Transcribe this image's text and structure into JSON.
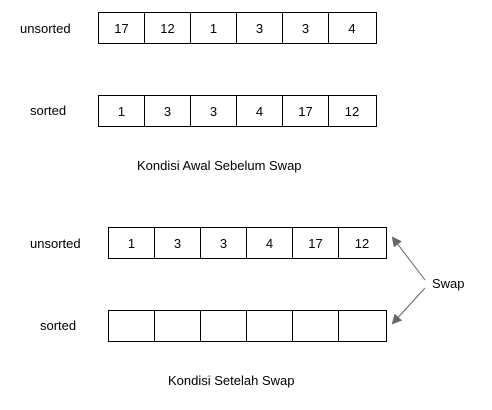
{
  "top_section": {
    "unsorted_label": "unsorted",
    "unsorted_values": [
      "17",
      "12",
      "1",
      "3",
      "3",
      "4"
    ],
    "sorted_label": "sorted",
    "sorted_values": [
      "1",
      "3",
      "3",
      "4",
      "17",
      "12"
    ],
    "caption": "Kondisi Awal Sebelum Swap"
  },
  "bottom_section": {
    "unsorted_label": "unsorted",
    "unsorted_values": [
      "1",
      "3",
      "3",
      "4",
      "17",
      "12"
    ],
    "sorted_label": "sorted",
    "sorted_values": [
      "",
      "",
      "",
      "",
      "",
      ""
    ],
    "swap_label": "Swap",
    "caption": "Kondisi Setelah Swap"
  }
}
